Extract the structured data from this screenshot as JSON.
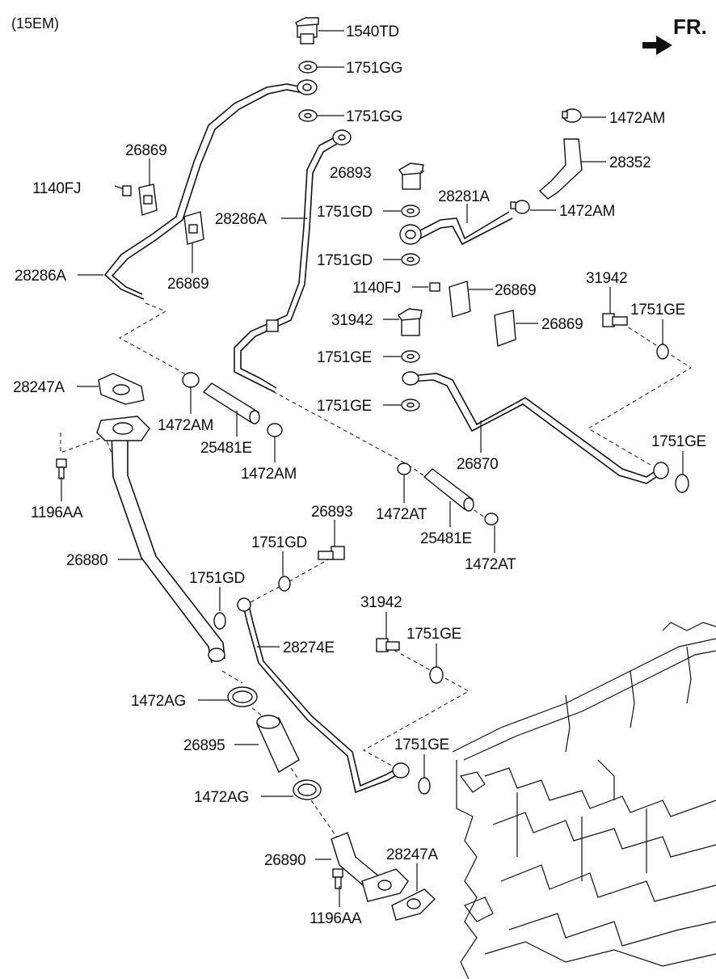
{
  "diagram": {
    "engine_code": "(15EM)",
    "direction_label": "FR.",
    "labels": [
      {
        "id": "1540TD",
        "text": "1540TD"
      },
      {
        "id": "1751GG_a",
        "text": "1751GG"
      },
      {
        "id": "1751GG_b",
        "text": "1751GG"
      },
      {
        "id": "1472AM_a",
        "text": "1472AM"
      },
      {
        "id": "28352",
        "text": "28352"
      },
      {
        "id": "26869_a",
        "text": "26869"
      },
      {
        "id": "1140FJ_a",
        "text": "1140FJ"
      },
      {
        "id": "26893_a",
        "text": "26893"
      },
      {
        "id": "28281A",
        "text": "28281A"
      },
      {
        "id": "1472AM_b",
        "text": "1472AM"
      },
      {
        "id": "28286A_a",
        "text": "28286A"
      },
      {
        "id": "1751GD_a",
        "text": "1751GD"
      },
      {
        "id": "1751GD_b",
        "text": "1751GD"
      },
      {
        "id": "28286A_b",
        "text": "28286A"
      },
      {
        "id": "26869_b",
        "text": "26869"
      },
      {
        "id": "1140FJ_b",
        "text": "1140FJ"
      },
      {
        "id": "26869_c",
        "text": "26869"
      },
      {
        "id": "31942_a",
        "text": "31942"
      },
      {
        "id": "31942_b",
        "text": "31942"
      },
      {
        "id": "1751GE_a",
        "text": "1751GE"
      },
      {
        "id": "26869_d",
        "text": "26869"
      },
      {
        "id": "1751GE_b",
        "text": "1751GE"
      },
      {
        "id": "28247A_a",
        "text": "28247A"
      },
      {
        "id": "1751GE_c",
        "text": "1751GE"
      },
      {
        "id": "1472AM_c",
        "text": "1472AM"
      },
      {
        "id": "26870",
        "text": "26870"
      },
      {
        "id": "1751GE_d",
        "text": "1751GE"
      },
      {
        "id": "25481E_a",
        "text": "25481E"
      },
      {
        "id": "1472AM_d",
        "text": "1472AM"
      },
      {
        "id": "1196AA_a",
        "text": "1196AA"
      },
      {
        "id": "1472AT_a",
        "text": "1472AT"
      },
      {
        "id": "26893_b",
        "text": "26893"
      },
      {
        "id": "25481E_b",
        "text": "25481E"
      },
      {
        "id": "1751GD_c",
        "text": "1751GD"
      },
      {
        "id": "1472AT_b",
        "text": "1472AT"
      },
      {
        "id": "26880",
        "text": "26880"
      },
      {
        "id": "1751GD_d",
        "text": "1751GD"
      },
      {
        "id": "31942_c",
        "text": "31942"
      },
      {
        "id": "1751GE_e",
        "text": "1751GE"
      },
      {
        "id": "28274E",
        "text": "28274E"
      },
      {
        "id": "1472AG_a",
        "text": "1472AG"
      },
      {
        "id": "26895",
        "text": "26895"
      },
      {
        "id": "1751GE_f",
        "text": "1751GE"
      },
      {
        "id": "1472AG_b",
        "text": "1472AG"
      },
      {
        "id": "26890",
        "text": "26890"
      },
      {
        "id": "28247A_b",
        "text": "28247A"
      },
      {
        "id": "1196AA_b",
        "text": "1196AA"
      }
    ]
  }
}
